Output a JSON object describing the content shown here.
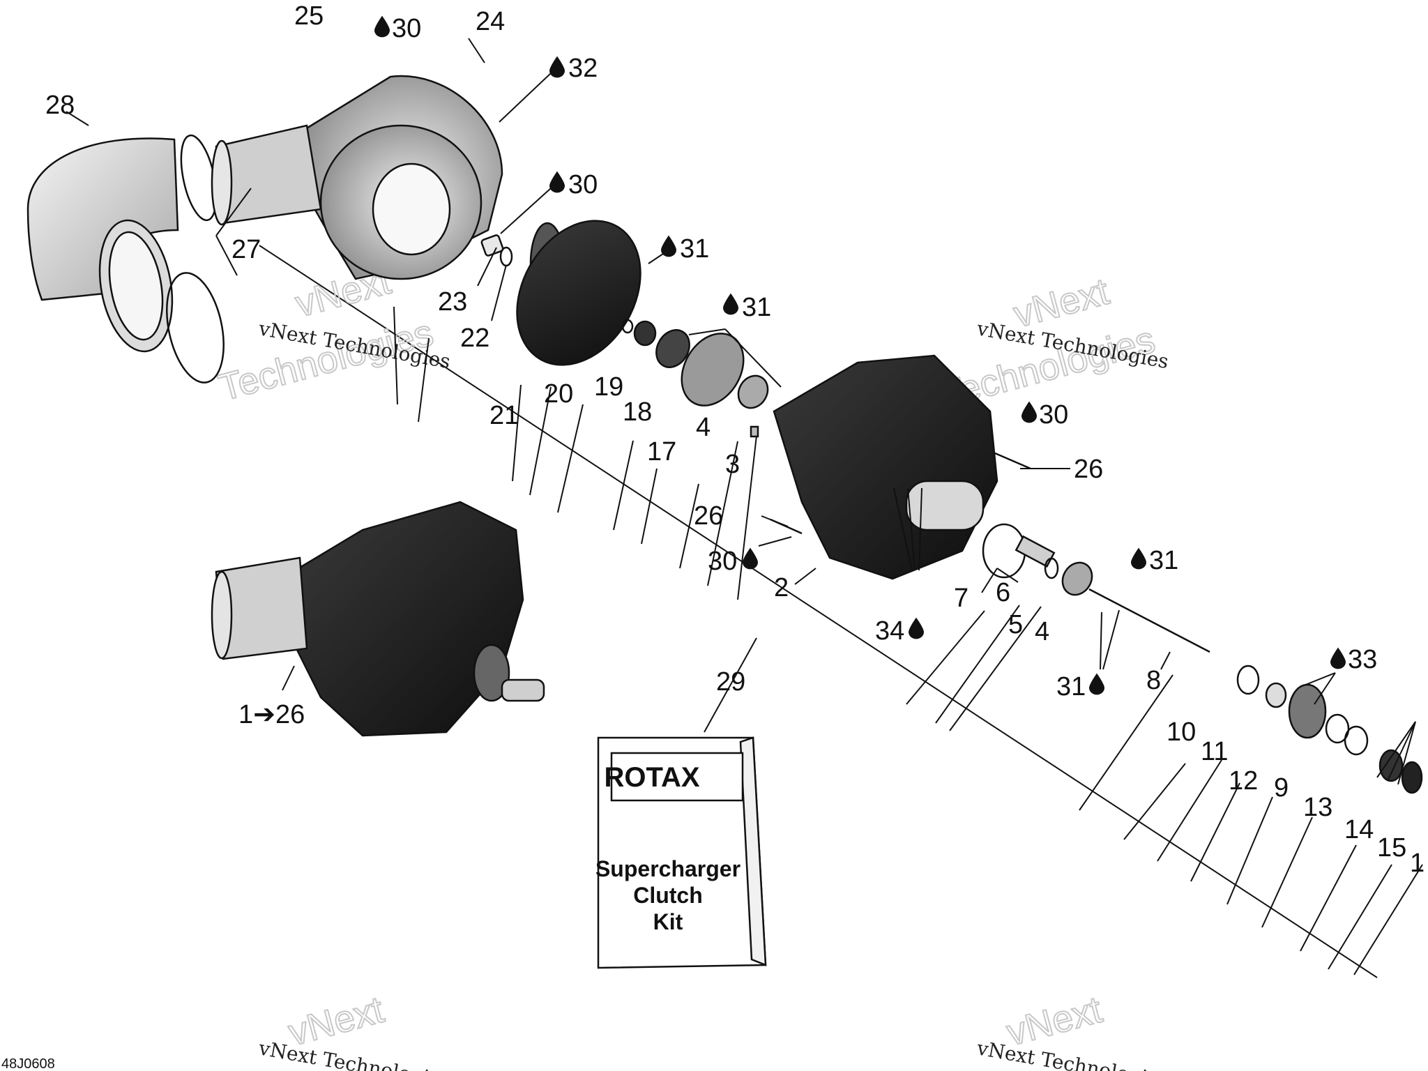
{
  "diagram_id": "48J0608",
  "watermark": {
    "line1": "vNext",
    "line2": "Technologies",
    "caption": "vNext Technologies"
  },
  "kit": {
    "brand": "ROTAX",
    "title_lines": [
      "Supercharger",
      "Clutch",
      "Kit"
    ]
  },
  "assembly_label": "1➔26",
  "labels": {
    "p2": "2",
    "p3": "3",
    "p4a": "4",
    "p4b": "4",
    "p5": "5",
    "p6": "6",
    "p7": "7",
    "p8": "8",
    "p9": "9",
    "p10": "10",
    "p11": "11",
    "p12": "12",
    "p13": "13",
    "p14": "14",
    "p15": "15",
    "p16": "1",
    "p17": "17",
    "p18": "18",
    "p19": "19",
    "p20": "20",
    "p21": "21",
    "p22": "22",
    "p23": "23",
    "p24": "24",
    "p25": "25",
    "p26a": "26",
    "p26b": "26",
    "p27": "27",
    "p28": "28",
    "p29": "29"
  },
  "callouts": {
    "c30a": "30",
    "c32": "32",
    "c30b": "30",
    "c31a": "31",
    "c31b": "31",
    "c30c": "30",
    "c30d": "30",
    "c31c": "31",
    "c34": "34",
    "c31d": "31",
    "c33": "33"
  },
  "colors": {
    "ink": "#111111",
    "dark_part": "#1c1c1c",
    "light_part": "#d4d4d4",
    "watermark": "#c8c8c8"
  }
}
